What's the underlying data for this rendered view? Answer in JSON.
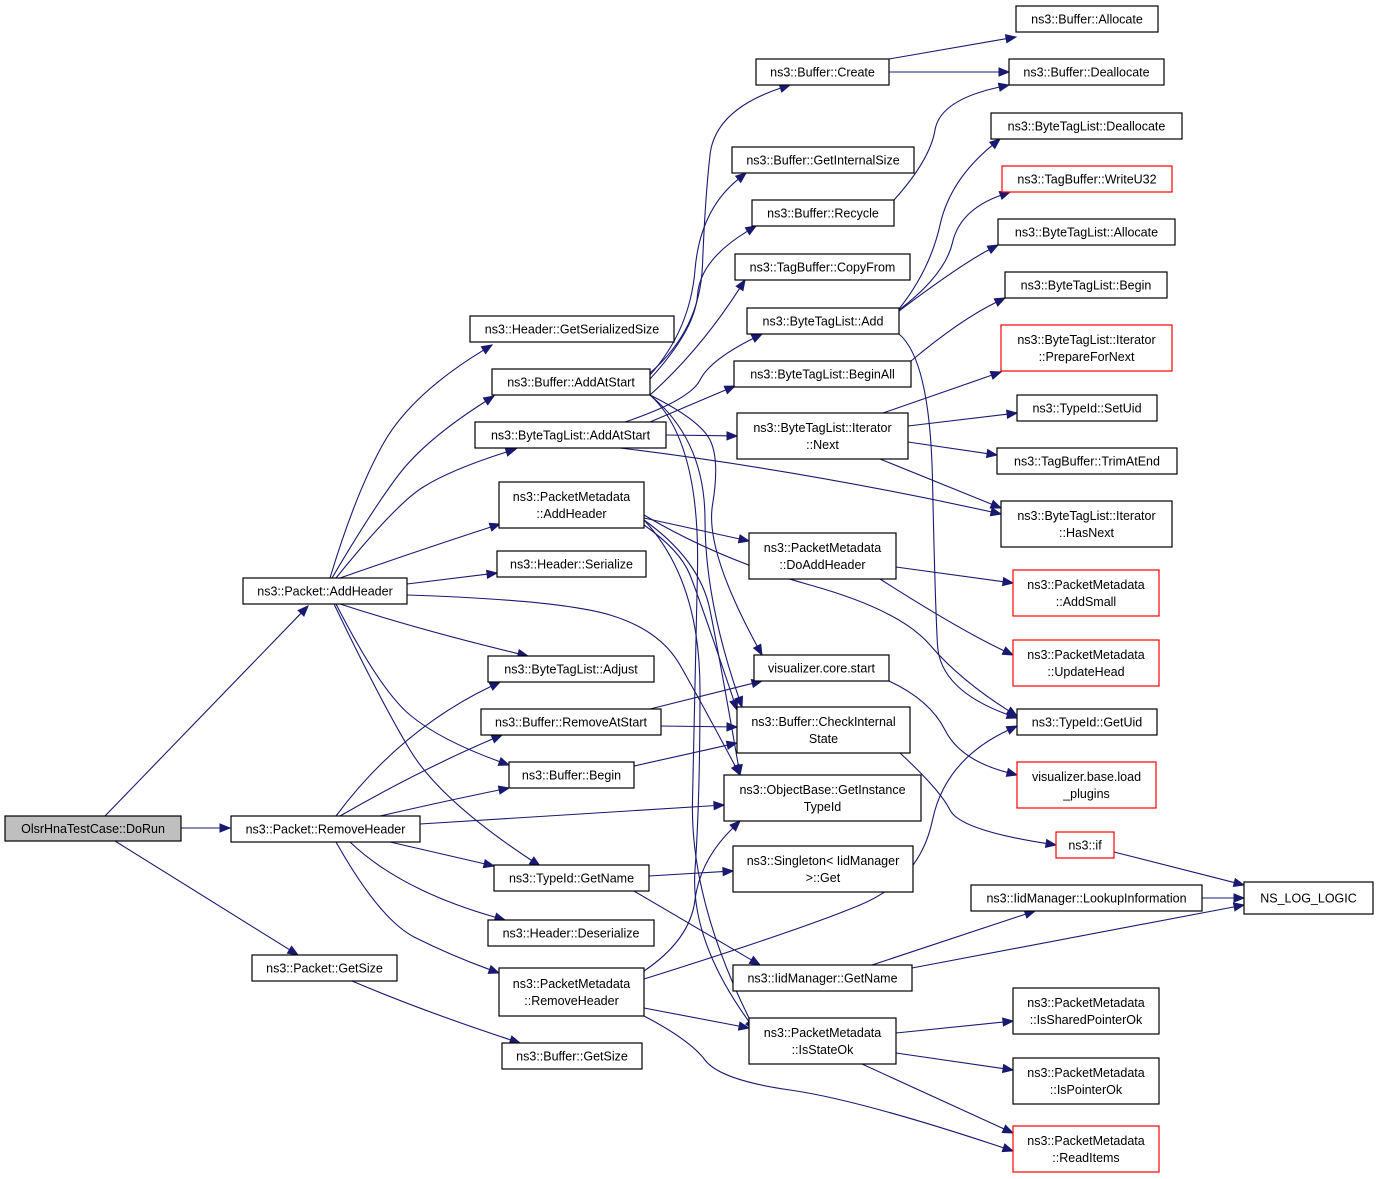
{
  "graph": {
    "type": "call-graph",
    "colors": {
      "edge": "#191970",
      "normal_border": "#000000",
      "truncated_border": "#ff0000",
      "root_fill": "#bfbfbf",
      "node_fill": "#ffffff"
    },
    "nodes": [
      {
        "id": "root",
        "lines": [
          "OlsrHnaTestCase::DoRun"
        ],
        "style": "root"
      },
      {
        "id": "pkt_addheader",
        "lines": [
          "ns3::Packet::AddHeader"
        ],
        "style": "normal"
      },
      {
        "id": "pkt_removeheader",
        "lines": [
          "ns3::Packet::RemoveHeader"
        ],
        "style": "normal"
      },
      {
        "id": "pkt_getsize",
        "lines": [
          "ns3::Packet::GetSize"
        ],
        "style": "normal"
      },
      {
        "id": "hdr_getserializedsize",
        "lines": [
          "ns3::Header::GetSerializedSize"
        ],
        "style": "normal"
      },
      {
        "id": "buf_addatstart",
        "lines": [
          "ns3::Buffer::AddAtStart"
        ],
        "style": "normal"
      },
      {
        "id": "btl_addatstart",
        "lines": [
          "ns3::ByteTagList::AddAtStart"
        ],
        "style": "normal"
      },
      {
        "id": "pm_addheader",
        "lines": [
          "ns3::PacketMetadata",
          "::AddHeader"
        ],
        "style": "normal"
      },
      {
        "id": "hdr_serialize",
        "lines": [
          "ns3::Header::Serialize"
        ],
        "style": "normal"
      },
      {
        "id": "btl_adjust",
        "lines": [
          "ns3::ByteTagList::Adjust"
        ],
        "style": "normal"
      },
      {
        "id": "buf_removeatstart",
        "lines": [
          "ns3::Buffer::RemoveAtStart"
        ],
        "style": "normal"
      },
      {
        "id": "buf_begin",
        "lines": [
          "ns3::Buffer::Begin"
        ],
        "style": "normal"
      },
      {
        "id": "typeid_getname",
        "lines": [
          "ns3::TypeId::GetName"
        ],
        "style": "normal"
      },
      {
        "id": "hdr_deserialize",
        "lines": [
          "ns3::Header::Deserialize"
        ],
        "style": "normal"
      },
      {
        "id": "pm_removeheader",
        "lines": [
          "ns3::PacketMetadata",
          "::RemoveHeader"
        ],
        "style": "normal"
      },
      {
        "id": "buf_getsize",
        "lines": [
          "ns3::Buffer::GetSize"
        ],
        "style": "normal"
      },
      {
        "id": "buf_create",
        "lines": [
          "ns3::Buffer::Create"
        ],
        "style": "normal"
      },
      {
        "id": "buf_getinternalsize",
        "lines": [
          "ns3::Buffer::GetInternalSize"
        ],
        "style": "normal"
      },
      {
        "id": "buf_recycle",
        "lines": [
          "ns3::Buffer::Recycle"
        ],
        "style": "normal"
      },
      {
        "id": "tb_copyfrom",
        "lines": [
          "ns3::TagBuffer::CopyFrom"
        ],
        "style": "normal"
      },
      {
        "id": "btl_add",
        "lines": [
          "ns3::ByteTagList::Add"
        ],
        "style": "normal"
      },
      {
        "id": "btl_beginall",
        "lines": [
          "ns3::ByteTagList::BeginAll"
        ],
        "style": "normal"
      },
      {
        "id": "btl_it_next",
        "lines": [
          "ns3::ByteTagList::Iterator",
          "::Next"
        ],
        "style": "normal"
      },
      {
        "id": "pm_doaddheader",
        "lines": [
          "ns3::PacketMetadata",
          "::DoAddHeader"
        ],
        "style": "normal"
      },
      {
        "id": "vis_core_start",
        "lines": [
          "visualizer.core.start"
        ],
        "style": "normal"
      },
      {
        "id": "buf_checkinternalstate",
        "lines": [
          "ns3::Buffer::CheckInternal",
          "State"
        ],
        "style": "normal"
      },
      {
        "id": "ob_getinstancetypeid",
        "lines": [
          "ns3::ObjectBase::GetInstance",
          "TypeId"
        ],
        "style": "normal"
      },
      {
        "id": "singleton_get",
        "lines": [
          "ns3::Singleton< IidManager",
          ">::Get"
        ],
        "style": "normal"
      },
      {
        "id": "iid_getname",
        "lines": [
          "ns3::IidManager::GetName"
        ],
        "style": "normal"
      },
      {
        "id": "pm_isstateok",
        "lines": [
          "ns3::PacketMetadata",
          "::IsStateOk"
        ],
        "style": "normal"
      },
      {
        "id": "buf_allocate",
        "lines": [
          "ns3::Buffer::Allocate"
        ],
        "style": "normal"
      },
      {
        "id": "buf_deallocate",
        "lines": [
          "ns3::Buffer::Deallocate"
        ],
        "style": "normal"
      },
      {
        "id": "btl_deallocate",
        "lines": [
          "ns3::ByteTagList::Deallocate"
        ],
        "style": "normal"
      },
      {
        "id": "tb_writeu32",
        "lines": [
          "ns3::TagBuffer::WriteU32"
        ],
        "style": "truncated"
      },
      {
        "id": "btl_allocate",
        "lines": [
          "ns3::ByteTagList::Allocate"
        ],
        "style": "normal"
      },
      {
        "id": "btl_begin",
        "lines": [
          "ns3::ByteTagList::Begin"
        ],
        "style": "normal"
      },
      {
        "id": "btl_it_prepare",
        "lines": [
          "ns3::ByteTagList::Iterator",
          "::PrepareForNext"
        ],
        "style": "truncated"
      },
      {
        "id": "typeid_setuid",
        "lines": [
          "ns3::TypeId::SetUid"
        ],
        "style": "normal"
      },
      {
        "id": "tb_trimatend",
        "lines": [
          "ns3::TagBuffer::TrimAtEnd"
        ],
        "style": "normal"
      },
      {
        "id": "btl_it_hasnext",
        "lines": [
          "ns3::ByteTagList::Iterator",
          "::HasNext"
        ],
        "style": "normal"
      },
      {
        "id": "pm_addsmall",
        "lines": [
          "ns3::PacketMetadata",
          "::AddSmall"
        ],
        "style": "truncated"
      },
      {
        "id": "pm_updatehead",
        "lines": [
          "ns3::PacketMetadata",
          "::UpdateHead"
        ],
        "style": "truncated"
      },
      {
        "id": "typeid_getuid",
        "lines": [
          "ns3::TypeId::GetUid"
        ],
        "style": "normal"
      },
      {
        "id": "vis_base_loadplugins",
        "lines": [
          "visualizer.base.load",
          "_plugins"
        ],
        "style": "truncated"
      },
      {
        "id": "ns3_if",
        "lines": [
          "ns3::if"
        ],
        "style": "truncated"
      },
      {
        "id": "iid_lookupinformation",
        "lines": [
          "ns3::IidManager::LookupInformation"
        ],
        "style": "normal"
      },
      {
        "id": "ns_log_logic",
        "lines": [
          "NS_LOG_LOGIC"
        ],
        "style": "normal"
      },
      {
        "id": "pm_issharedpointerok",
        "lines": [
          "ns3::PacketMetadata",
          "::IsSharedPointerOk"
        ],
        "style": "normal"
      },
      {
        "id": "pm_ispointerok",
        "lines": [
          "ns3::PacketMetadata",
          "::IsPointerOk"
        ],
        "style": "normal"
      },
      {
        "id": "pm_readitems",
        "lines": [
          "ns3::PacketMetadata",
          "::ReadItems"
        ],
        "style": "truncated"
      }
    ]
  }
}
